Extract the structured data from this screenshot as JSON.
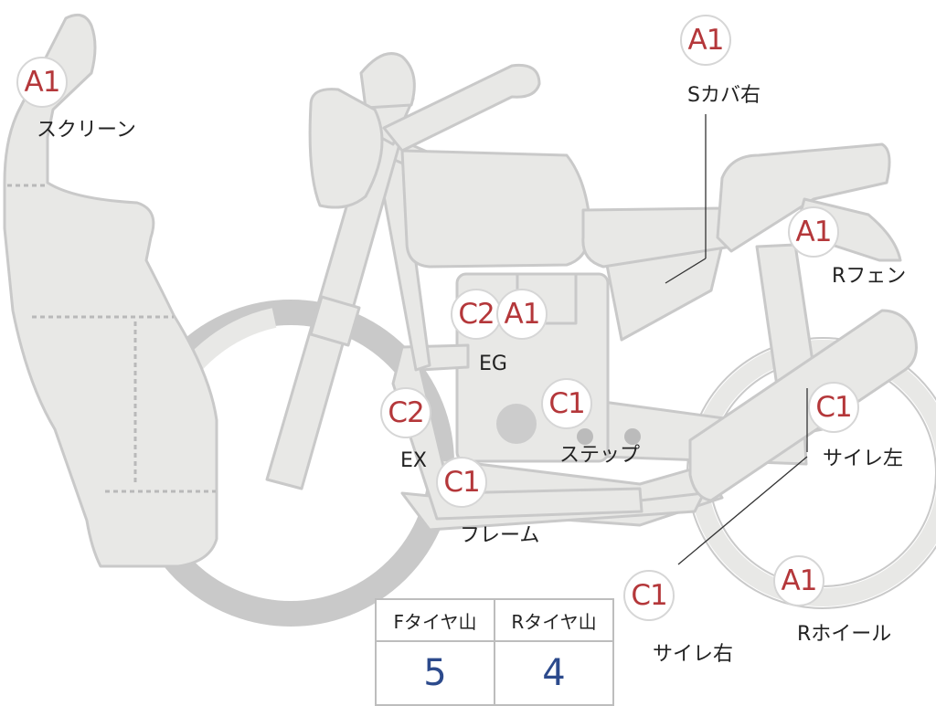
{
  "colors": {
    "part_fill": "#e8e8e6",
    "part_stroke": "#c9c9c9",
    "grade_text": "#b4373a",
    "value_text": "#2c4a8c",
    "engine_circle": "#cccccc"
  },
  "callouts": [
    {
      "grade": "A1",
      "label": "スクリーン"
    },
    {
      "grade": "A1",
      "label": "Sカバ右"
    },
    {
      "grade": "A1",
      "label": "Rフェン"
    },
    {
      "grade": "C2",
      "label": ""
    },
    {
      "grade": "A1",
      "label": "EG"
    },
    {
      "grade": "C2",
      "label": "EX"
    },
    {
      "grade": "C1",
      "label": "ステップ"
    },
    {
      "grade": "C1",
      "label": "フレーム"
    },
    {
      "grade": "C1",
      "label": "サイレ左"
    },
    {
      "grade": "C1",
      "label": "サイレ右"
    },
    {
      "grade": "A1",
      "label": "Rホイール"
    }
  ],
  "tire_table": {
    "headers": [
      "Fタイヤ山",
      "Rタイヤ山"
    ],
    "values": [
      "5",
      "4"
    ]
  }
}
